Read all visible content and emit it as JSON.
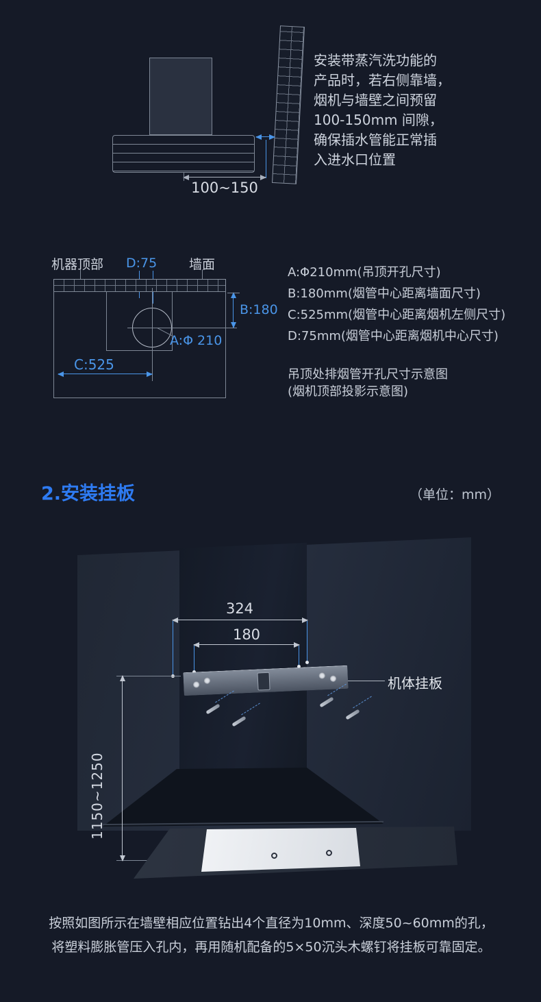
{
  "colors": {
    "background": "#151a27",
    "accent_blue": "#2e7bf2",
    "dimension_blue": "#4a95e8",
    "text": "#c9cfd9"
  },
  "section_clearance": {
    "gap_dimension": "100~150",
    "note_lines": [
      "安装带蒸汽洗功能的",
      "产品时，若右侧靠墙，",
      "烟机与墙壁之间预留",
      "100-150mm 间隙，",
      "确保插水管能正常插",
      "入进水口位置"
    ]
  },
  "section_ceiling": {
    "machine_top_label": "机器顶部",
    "wall_label": "墙面",
    "dim_d": "D:75",
    "dim_b": "B:180",
    "dim_a": "A:Φ 210",
    "dim_c": "C:525",
    "specs": [
      "A:Φ210mm(吊顶开孔尺寸)",
      "B:180mm(烟管中心距离墙面尺寸)",
      "C:525mm(烟管中心距离烟机左侧尺寸)",
      "D:75mm(烟管中心距离烟机中心尺寸)"
    ],
    "caption_line1": "吊顶处排烟管开孔尺寸示意图",
    "caption_line2": "(烟机顶部投影示意图)"
  },
  "section_mounting": {
    "heading": "2.安装挂板",
    "unit": "（单位：mm）",
    "dim_width_outer": "324",
    "dim_width_inner": "180",
    "dim_height": "1150~1250",
    "plate_label": "机体挂板",
    "instruction_line1": "按照如图所示在墙壁相应位置钻出4个直径为10mm、深度50~60mm的孔，",
    "instruction_line2": "将塑料膨胀管压入孔内，再用随机配备的5×50沉头木螺钉将挂板可靠固定。"
  }
}
